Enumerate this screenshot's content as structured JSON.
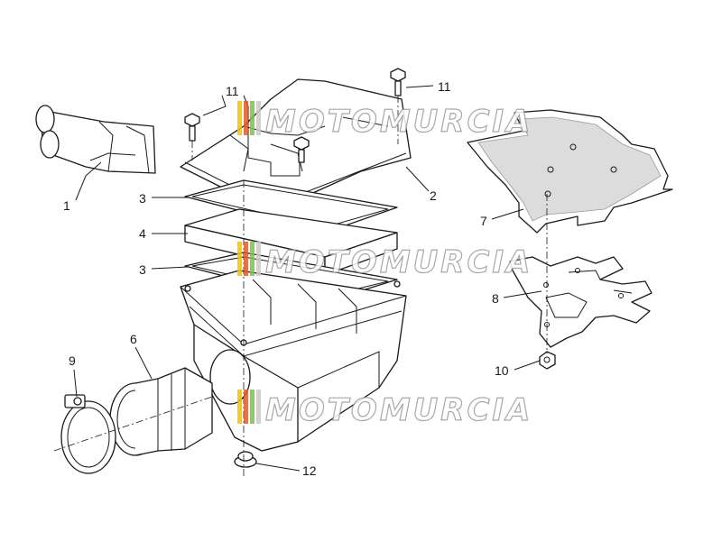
{
  "watermark": {
    "text": "MOTOMURCIA",
    "colors": [
      "#f2c200",
      "#e05a2b",
      "#7cc242",
      "#c9c9c9"
    ]
  },
  "callouts": {
    "c1": "1",
    "c2": "2",
    "c3a": "3",
    "c3b": "3",
    "c4": "4",
    "c6": "6",
    "c7": "7",
    "c8": "8",
    "c9": "9",
    "c10": "10",
    "c11a": "11",
    "c11b": "11",
    "c12": "12"
  },
  "colors": {
    "line": "#1a1a1a",
    "gasket_fill": "#dcdcdc",
    "background": "#ffffff"
  }
}
